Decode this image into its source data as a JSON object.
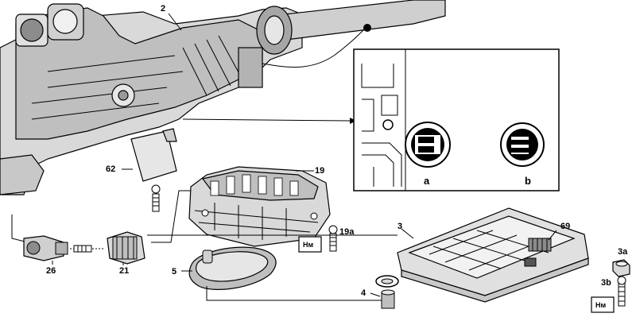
{
  "callouts": {
    "c2": "2",
    "c62": "62",
    "c19": "19",
    "c19a": "19a",
    "c26": "26",
    "c21": "21",
    "c5": "5",
    "c3": "3",
    "c69": "69",
    "c4": "4",
    "c3a": "3a",
    "c3b": "3b"
  },
  "detail": {
    "view_a": "a",
    "view_b": "b"
  },
  "torque_symbol": "Нм"
}
